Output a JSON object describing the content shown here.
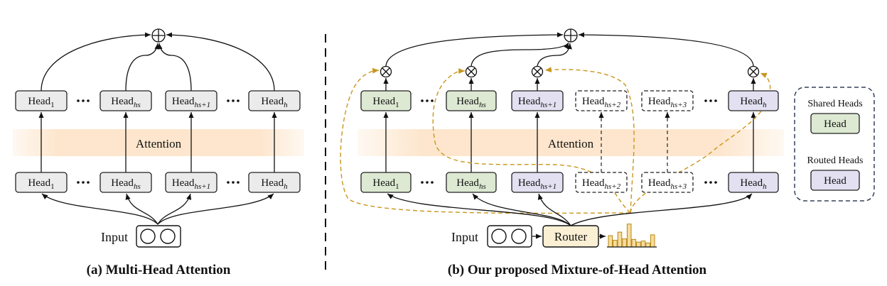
{
  "panel_a": {
    "caption": "(a) Multi-Head Attention",
    "attention_label": "Attention",
    "input_label": "Input",
    "head_word": "Head",
    "heads": [
      {
        "sub": "1"
      },
      {
        "sub": "hs"
      },
      {
        "sub": "hs+1"
      },
      {
        "sub": "h"
      }
    ]
  },
  "panel_b": {
    "caption": "(b) Our proposed Mixture-of-Head Attention",
    "attention_label": "Attention",
    "input_label": "Input",
    "router_label": "Router",
    "head_word": "Head",
    "heads": [
      {
        "sub": "1",
        "kind": "shared"
      },
      {
        "sub": "hs",
        "kind": "shared"
      },
      {
        "sub": "hs+1",
        "kind": "routed"
      },
      {
        "sub": "hs+2",
        "kind": "inactive"
      },
      {
        "sub": "hs+3",
        "kind": "inactive"
      },
      {
        "sub": "h",
        "kind": "routed"
      }
    ],
    "router_histogram": [
      0.42,
      0.25,
      0.55,
      0.3,
      0.85,
      0.28,
      0.18,
      0.22,
      0.15,
      0.45
    ]
  },
  "legend": {
    "shared_title": "Shared Heads",
    "routed_title": "Routed Heads",
    "head_label": "Head"
  },
  "colors": {
    "shared_fill": "#dde9d2",
    "routed_fill": "#e2e0f1",
    "plain_fill": "#ebebeb",
    "router_fill": "#fbefd4",
    "attention_band": "#fde6cd",
    "dashed_route": "#c9961c"
  }
}
